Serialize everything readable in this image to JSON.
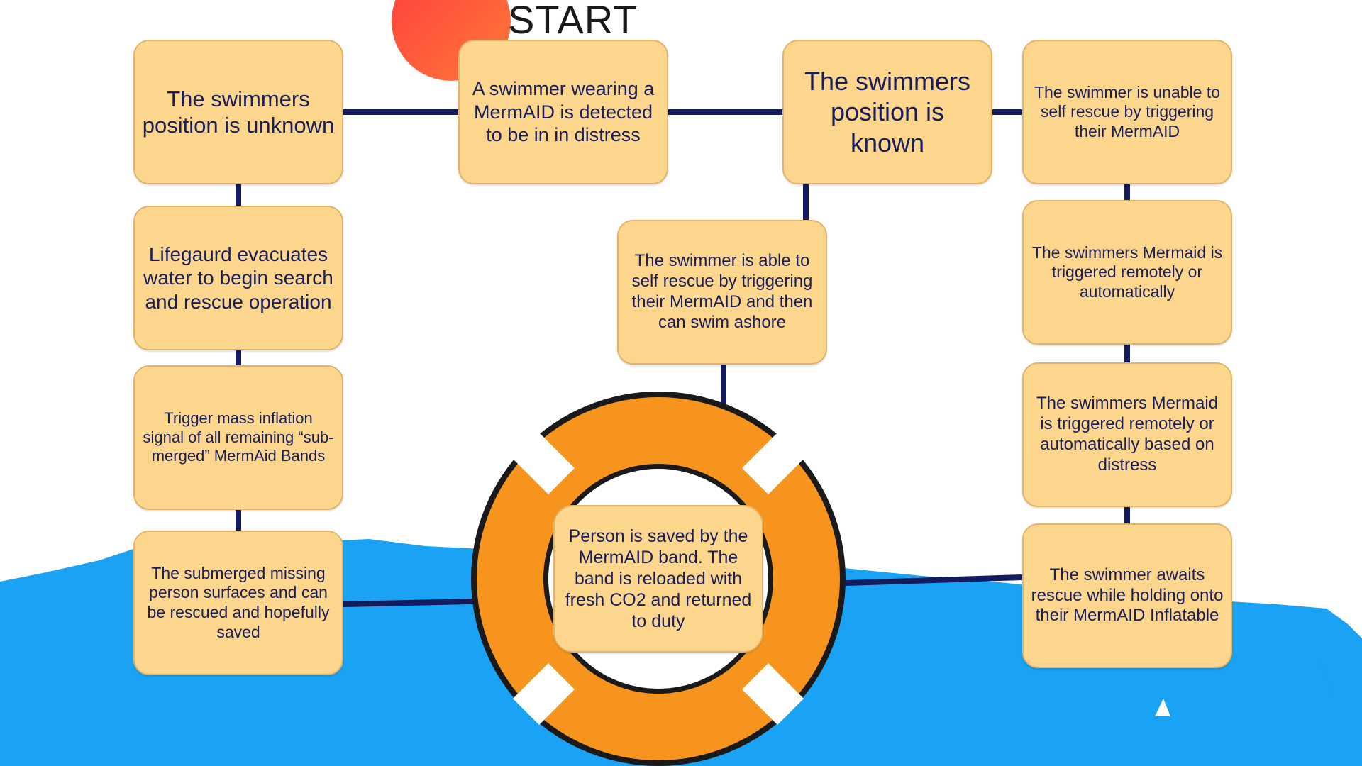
{
  "start_label": "START",
  "nodes": {
    "unknown_position": "The swimmers position is unknown",
    "detected_distress": "A swimmer wearing a MermAID is detected to be in in distress",
    "known_position": "The swimmers position is known",
    "unable_self_rescue": "The swimmer is unable to self rescue by triggering their MermAID",
    "lifeguard_evacuates": "Lifegaurd evacuates water to begin search and rescue operation",
    "able_self_rescue": "The swimmer is able to self rescue by triggering their MermAID and then can swim ashore",
    "triggered_remotely": "The swimmers Mermaid is triggered remotely or automatically",
    "mass_inflation": "Trigger mass inflation signal of all remaining “sub-merged” MermAid Bands",
    "triggered_distress": "The swimmers Mermaid is triggered remotely or automatically based on distress",
    "surfaces": "The submerged missing person surfaces and can be rescued and hopefully saved",
    "awaits_rescue": "The swimmer awaits rescue while holding onto their MermAID Inflatable",
    "saved": "Person is saved by the MermAID band. The band is reloaded with fresh CO2 and returned to duty"
  },
  "colors": {
    "node_fill": "#fcd68d",
    "node_border": "#e0b469",
    "node_text": "#1a1f5c",
    "connector": "#131a5e",
    "sun": "#ff5a3c",
    "water": "#1aa3f5",
    "ring_orange": "#f7941d",
    "ring_outline": "#1a1a1a",
    "ring_stripe": "#ffffff"
  },
  "icons": [
    "sun-icon",
    "water-splash",
    "life-ring-icon"
  ]
}
